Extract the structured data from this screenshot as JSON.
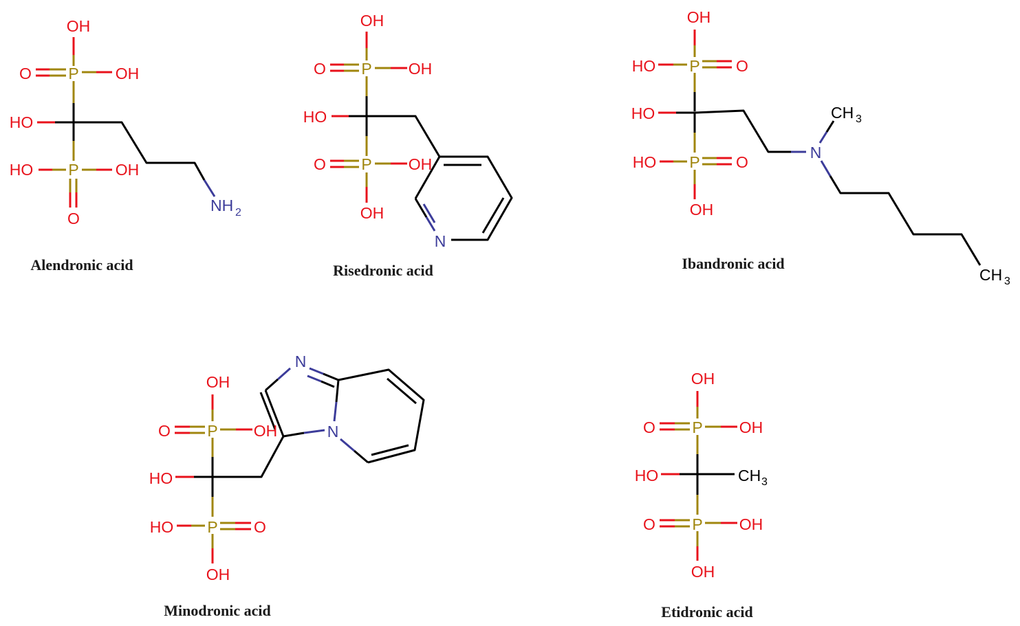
{
  "colors": {
    "carbon_bond": "#000000",
    "oxygen": "#e8121b",
    "phosphorus": "#a0860e",
    "nitrogen": "#3c3c9a",
    "caption": "#1a1a1a"
  },
  "molecules": [
    {
      "name": "Alendronic acid",
      "labels": [
        "OH",
        "O",
        "P",
        "OH",
        "HO",
        "HO",
        "P",
        "OH",
        "O",
        "NH",
        "2"
      ]
    },
    {
      "name": "Risedronic acid",
      "labels": [
        "OH",
        "O",
        "P",
        "OH",
        "HO",
        "O",
        "P",
        "OH",
        "OH",
        "N"
      ]
    },
    {
      "name": "Ibandronic acid",
      "labels": [
        "OH",
        "HO",
        "P",
        "O",
        "HO",
        "HO",
        "P",
        "O",
        "OH",
        "CH",
        "3",
        "N",
        "CH",
        "3"
      ]
    },
    {
      "name": "Minodronic acid",
      "labels": [
        "OH",
        "O",
        "P",
        "OH",
        "HO",
        "HO",
        "P",
        "O",
        "OH",
        "N",
        "N"
      ]
    },
    {
      "name": "Etidronic acid",
      "labels": [
        "OH",
        "O",
        "P",
        "OH",
        "HO",
        "CH",
        "3",
        "O",
        "P",
        "OH",
        "OH"
      ]
    }
  ]
}
